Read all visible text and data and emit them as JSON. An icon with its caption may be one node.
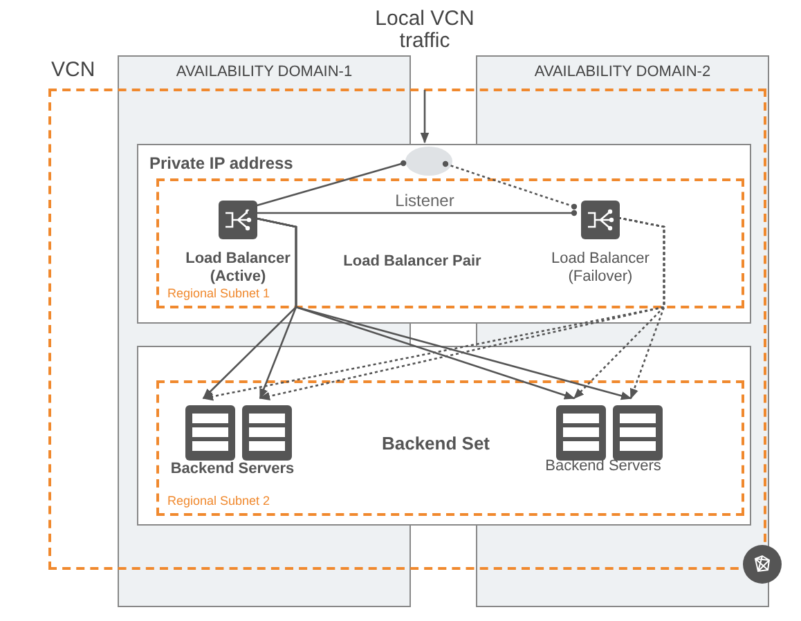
{
  "diagram": {
    "nodes": [
      {
        "text": [
          "VCN"
        ]
      },
      {
        "text": [
          "Private IP address"
        ],
        "in": 0
      },
      {
        "text": [
          "Regional Subnet 1"
        ],
        "in": 1
      },
      {
        "text": [],
        "shape": "circle",
        "in": 1
      },
      {
        "text": [],
        "shape": "picture",
        "in": 2,
        "beside": [
          "Load Balancer (Active)"
        ]
      },
      {
        "text": [],
        "shape": "picture",
        "in": 2,
        "beside": [
          "Load Balancer (Failover)"
        ]
      },
      {
        "text": [],
        "shape": "box",
        "in": 0
      },
      {
        "text": [
          "Backend Set",
          "Regional Subnet 2"
        ],
        "in": 6
      },
      {
        "text": [],
        "shape": "picture",
        "in": 7
      },
      {
        "text": [],
        "shape": "picture",
        "in": 7
      },
      {
        "text": [],
        "shape": "picture",
        "in": 7
      },
      {
        "text": [],
        "shape": "picture",
        "in": 7
      },
      {
        "text": [],
        "shape": "circle"
      }
    ],
    "edges": [
      {
        "from": 0,
        "to": 3,
        "arrow": "to"
      },
      {
        "from": 3,
        "to": 4,
        "arrow": "other"
      },
      {
        "from": 3,
        "to": 5,
        "arrow": "other",
        "style": "dashed"
      },
      {
        "from": 4,
        "to": 5,
        "arrow": "other",
        "label": "Load Balancer Pair"
      },
      {
        "from": 4,
        "to": 8,
        "arrow": "to"
      },
      {
        "from": 4,
        "to": 9,
        "arrow": "to"
      },
      {
        "from": 4,
        "to": 10,
        "arrow": "to"
      },
      {
        "from": 4,
        "to": 11,
        "arrow": "to"
      },
      {
        "from": 5,
        "to": 8,
        "arrow": "to",
        "style": "dashed"
      },
      {
        "from": 5,
        "to": 9,
        "arrow": "to",
        "style": "dashed"
      },
      {
        "from": 5,
        "to": 10,
        "arrow": "to",
        "style": "dashed"
      },
      {
        "from": 5,
        "to": 11,
        "arrow": "to",
        "style": "dashed"
      }
    ],
    "labels": [
      "Local VCN traffic",
      "AVAILABILITY DOMAIN-1",
      "AVAILABILITY DOMAIN-2",
      "Listener",
      "Backend Servers",
      "Backend Servers"
    ]
  }
}
